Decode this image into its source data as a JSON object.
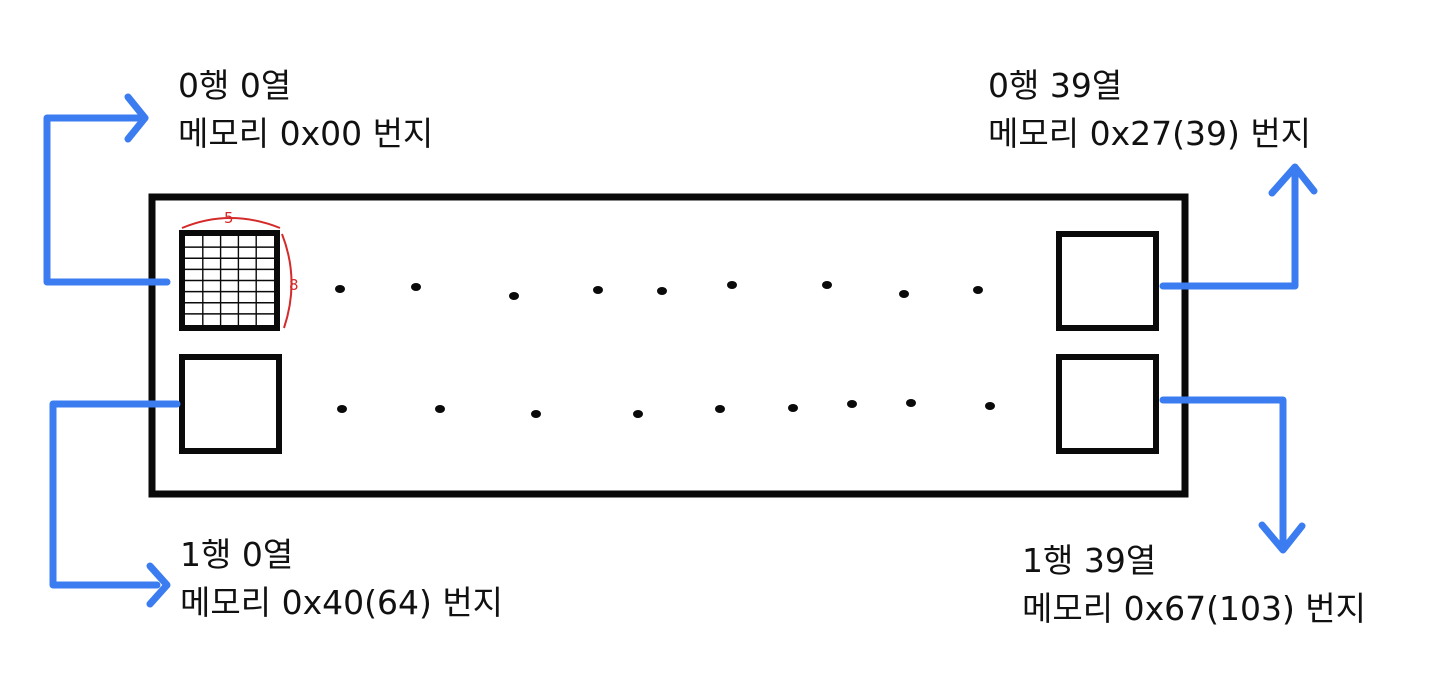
{
  "colors": {
    "arrow": "#3b7cf0",
    "outline": "#0a0a0a",
    "annotation": "#d42a2a",
    "text": "#111111"
  },
  "cells": {
    "row0_col0": {
      "line1": "0행 0열",
      "line2": "메모리 0x00 번지"
    },
    "row0_col39": {
      "line1": "0행 39열",
      "line2": "메모리 0x27(39) 번지"
    },
    "row1_col0": {
      "line1": "1행 0열",
      "line2": "메모리 0x40(64) 번지"
    },
    "row1_col39": {
      "line1": "1행 39열",
      "line2": "메모리 0x67(103) 번지"
    }
  },
  "pixel_grid": {
    "columns": 5,
    "rows": 8,
    "width_label": "5",
    "height_label": "8"
  }
}
